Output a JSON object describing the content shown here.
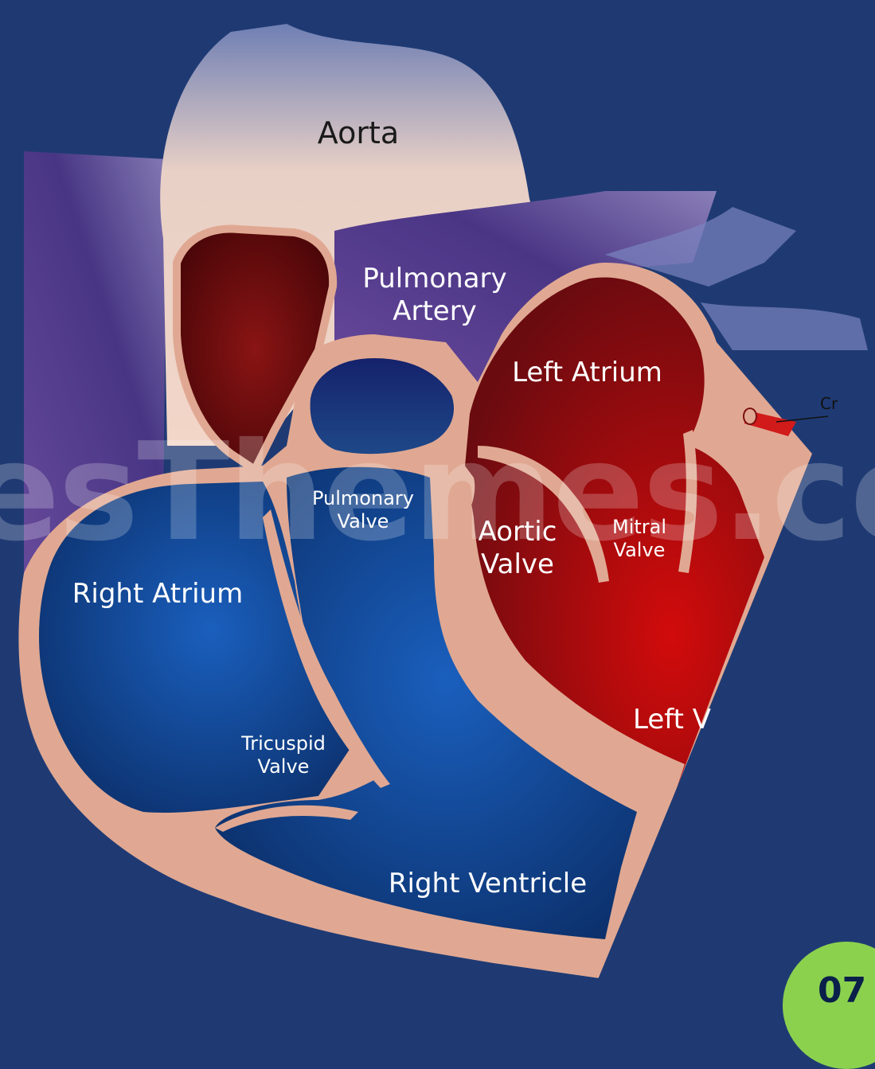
{
  "labels": {
    "aorta": "Aorta",
    "pulmonary_artery_line1": "Pulmonary",
    "pulmonary_artery_line2": "Artery",
    "left_atrium": "Left Atrium",
    "pulmonary_valve_line1": "Pulmonary",
    "pulmonary_valve_line2": "Valve",
    "aortic_valve_line1": "Aortic",
    "aortic_valve_line2": "Valve",
    "mitral_valve_line1": "Mitral",
    "mitral_valve_line2": "Valve",
    "right_atrium": "Right Atrium",
    "tricuspid_valve_line1": "Tricuspid",
    "tricuspid_valve_line2": "Valve",
    "left_ventricle_partial": "Left V",
    "right_ventricle": "Right Ventricle",
    "coronary_partial": "Cr"
  },
  "watermark": "esThemes.com",
  "page_badge": "07",
  "colors": {
    "background": "#1f3a73",
    "tissue": "#e0a892",
    "oxygenated": "#b3111a",
    "deoxygenated": "#1550a0",
    "pulmonary": "#5a3c8c",
    "aorta_highlight": "#f0d6c8",
    "badge": "#8bd14e"
  }
}
